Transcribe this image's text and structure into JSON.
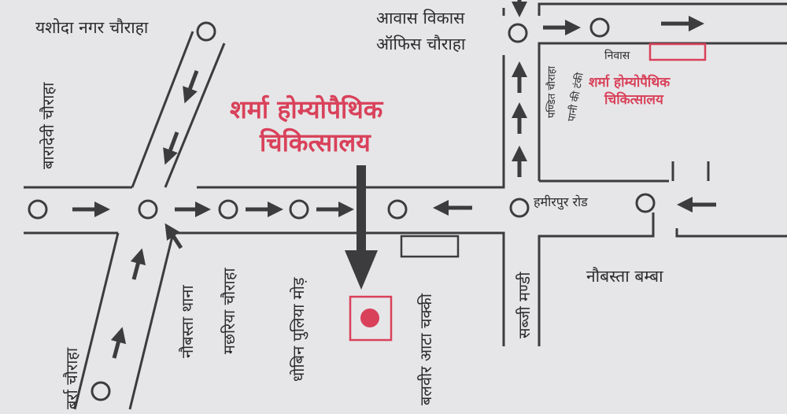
{
  "map": {
    "title_line1": "शर्मा होम्योपैथिक",
    "title_line2": "चिकित्सालय",
    "labels": {
      "yashoda_nagar": "यशोदा नगर चौराहा",
      "baradevi": "बारादेवी चौराहा",
      "awas_vikas_1": "आवास विकास",
      "awas_vikas_2": "ऑफिस चौराहा",
      "pandit_chauraha": "पण्डित चौराहा",
      "pani_tanki": "पानी की टंकी",
      "niwas": "निवास",
      "clinic_small_1": "शर्मा होम्योपैथिक",
      "clinic_small_2": "चिकित्सालय",
      "hamirpur_road": "हमीरपुर रोड",
      "naubasta_bamba": "नौबस्ता बम्बा",
      "naubasta_thana": "नौबस्ता थाना",
      "machhariya": "मछरिया चौराहा",
      "dhobin_puliya": "धोबिन पुलिया मोड़",
      "balveer_aata": "बलवीर आटा चक्की",
      "sabji_mandi": "सब्जी मण्डी",
      "barra": "बर्रा चौराहा"
    },
    "colors": {
      "accent": "#d9415a",
      "road": "#3c3c3e",
      "paper": "#e6e6e8"
    }
  }
}
